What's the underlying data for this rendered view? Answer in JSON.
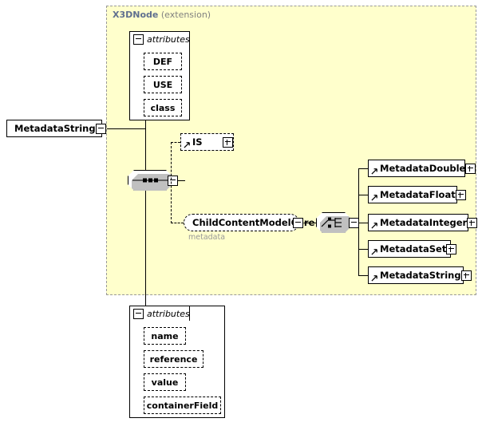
{
  "diagram": {
    "type": "xsd-schema-diagram",
    "root_element": {
      "name": "MetadataString",
      "toggle": "minus"
    },
    "extension": {
      "base_type": "X3DNode",
      "kind_label": "(extension)",
      "background_color": "#ffffcc",
      "border_color": "#999999"
    },
    "inherited_attributes_group": {
      "header_label": "attributes",
      "toggle": "minus",
      "items": [
        {
          "name": "DEF",
          "optional": true
        },
        {
          "name": "USE",
          "optional": true
        },
        {
          "name": "class",
          "optional": true
        }
      ]
    },
    "sequence_compositor": {
      "icon": "sequence-icon",
      "toggle": "minus"
    },
    "children": [
      {
        "name": "IS",
        "optional": true,
        "toggle": "plus",
        "is_reference": true
      },
      {
        "name": "ChildContentModelCore",
        "optional": true,
        "toggle": "minus",
        "is_group_ref": true,
        "sublabel": "metadata"
      }
    ],
    "choice_compositor": {
      "icon": "choice-icon",
      "toggle": "minus"
    },
    "choice_members": [
      {
        "name": "MetadataDouble",
        "toggle": "plus",
        "is_reference": true
      },
      {
        "name": "MetadataFloat",
        "toggle": "plus",
        "is_reference": true
      },
      {
        "name": "MetadataInteger",
        "toggle": "plus",
        "is_reference": true
      },
      {
        "name": "MetadataSet",
        "toggle": "plus",
        "is_reference": true
      },
      {
        "name": "MetadataString",
        "toggle": "plus",
        "is_reference": true
      }
    ],
    "own_attributes_group": {
      "header_label": "attributes",
      "toggle": "minus",
      "items": [
        {
          "name": "name",
          "optional": true
        },
        {
          "name": "reference",
          "optional": true
        },
        {
          "name": "value",
          "optional": true
        },
        {
          "name": "containerField",
          "optional": true
        }
      ]
    }
  }
}
